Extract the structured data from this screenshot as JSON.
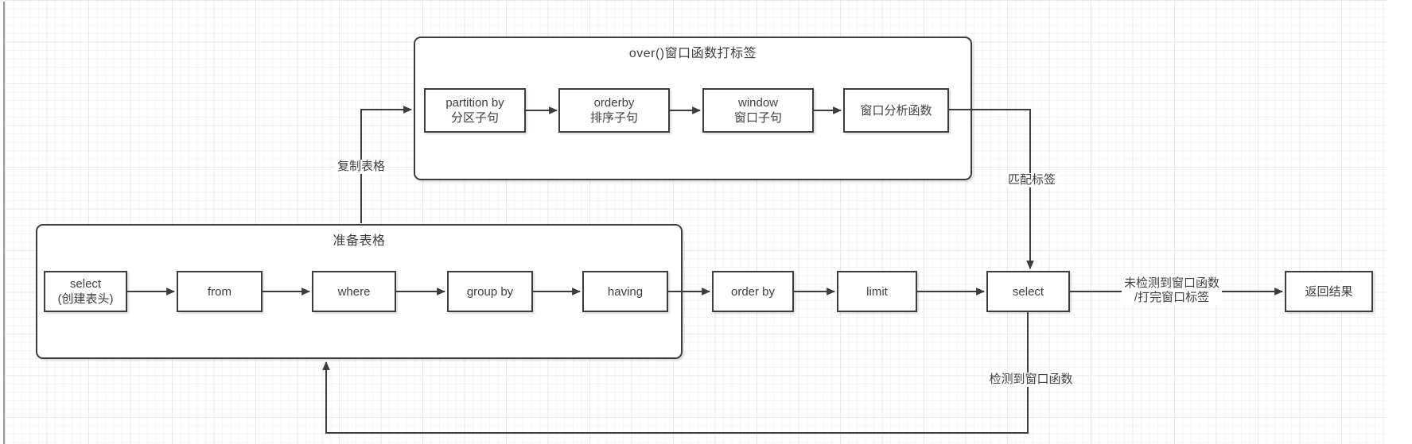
{
  "diagram": {
    "top_container": {
      "title": "over()窗口函数打标签",
      "boxes": {
        "partition": {
          "line1": "partition by",
          "line2": "分区子句"
        },
        "orderby": {
          "line1": "orderby",
          "line2": "排序子句"
        },
        "window": {
          "line1": "window",
          "line2": "窗口子句"
        },
        "analysis": {
          "line1": "窗口分析函数"
        }
      }
    },
    "bottom_container": {
      "title": "准备表格",
      "boxes": {
        "select": {
          "line1": "select",
          "line2": "(创建表头)"
        },
        "from": {
          "line1": "from"
        },
        "where": {
          "line1": "where"
        },
        "groupby": {
          "line1": "group by"
        },
        "having": {
          "line1": "having"
        }
      }
    },
    "flow_boxes": {
      "orderby2": {
        "line1": "order by"
      },
      "limit": {
        "line1": "limit"
      },
      "select2": {
        "line1": "select"
      },
      "result": {
        "line1": "返回结果"
      }
    },
    "edge_labels": {
      "copy_table": "复制表格",
      "match_tag": "匹配标签",
      "window_detected": "检测到窗口函数",
      "no_window_line1": "未检测到窗口函数",
      "no_window_line2": "/打完窗口标签"
    },
    "colors": {
      "stroke": "#3d3d3d",
      "text": "#3f3f3f",
      "grid_minor": "#f5f5f5",
      "grid_major": "#e9e9e9"
    }
  }
}
